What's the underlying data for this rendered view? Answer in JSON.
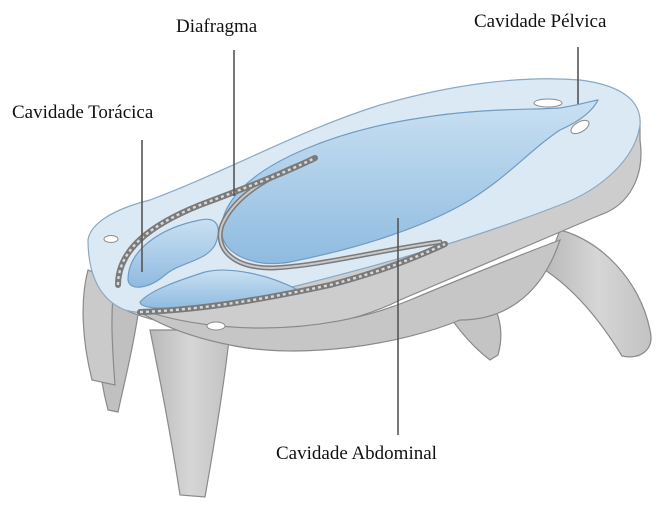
{
  "labels": {
    "diafragma": "Diafragma",
    "cavidade_pelvica": "Cavidade Pélvica",
    "cavidade_toracica": "Cavidade Torácica",
    "cavidade_abdominal": "Cavidade Abdominal"
  },
  "colors": {
    "body_gray": "#cfcfcf",
    "body_outline": "#8a8a8a",
    "cut_surface": "#dbe9f4",
    "cavity_blue": "#9ec6e6",
    "cavity_outline": "#6f9cc2",
    "leader_line": "#555555"
  }
}
